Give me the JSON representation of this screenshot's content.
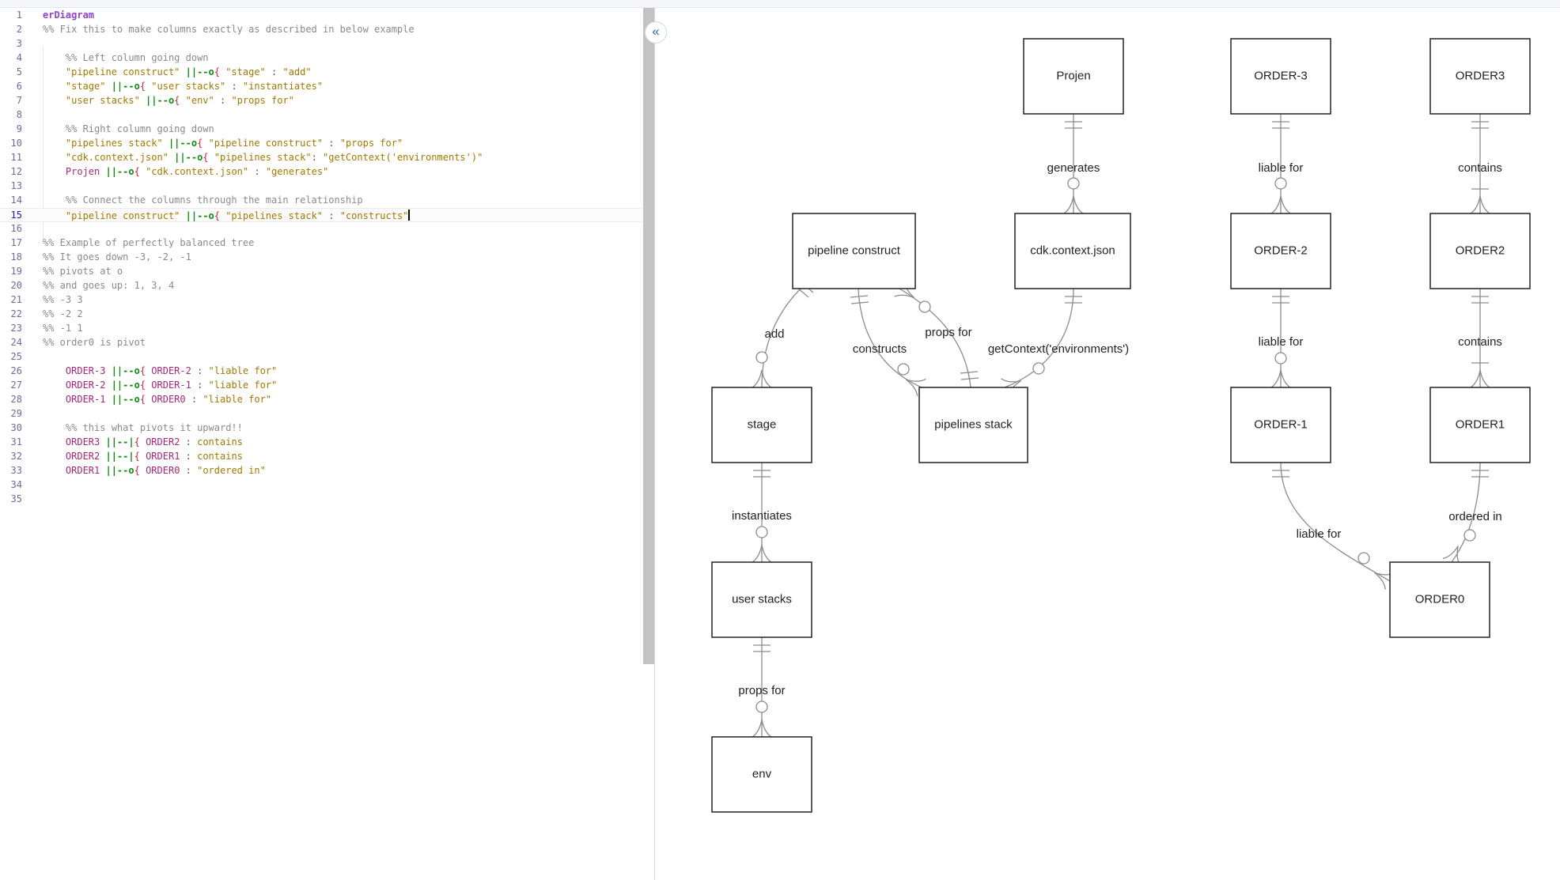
{
  "editor": {
    "active_line": 15,
    "lines": [
      [
        [
          "kw",
          "erDiagram"
        ]
      ],
      [
        [
          "cm",
          "%% Fix this to make columns exactly as described in below example"
        ]
      ],
      [],
      [
        [
          "cm",
          "    %% Left column going down"
        ]
      ],
      [
        [
          "str",
          "    \"pipeline construct\" "
        ],
        [
          "rel",
          "||--o"
        ],
        [
          "brc",
          "{"
        ],
        [
          "str",
          " \"stage\""
        ],
        [
          "pl",
          " : "
        ],
        [
          "str",
          "\"add\""
        ]
      ],
      [
        [
          "str",
          "    \"stage\" "
        ],
        [
          "rel",
          "||--o"
        ],
        [
          "brc",
          "{"
        ],
        [
          "str",
          " \"user stacks\""
        ],
        [
          "pl",
          " : "
        ],
        [
          "str",
          "\"instantiates\""
        ]
      ],
      [
        [
          "str",
          "    \"user stacks\" "
        ],
        [
          "rel",
          "||--o"
        ],
        [
          "brc",
          "{"
        ],
        [
          "str",
          " \"env\""
        ],
        [
          "pl",
          " : "
        ],
        [
          "str",
          "\"props for\""
        ]
      ],
      [],
      [
        [
          "cm",
          "    %% Right column going down"
        ]
      ],
      [
        [
          "str",
          "    \"pipelines stack\" "
        ],
        [
          "rel",
          "||--o"
        ],
        [
          "brc",
          "{"
        ],
        [
          "str",
          " \"pipeline construct\""
        ],
        [
          "pl",
          " : "
        ],
        [
          "str",
          "\"props for\""
        ]
      ],
      [
        [
          "str",
          "    \"cdk.context.json\" "
        ],
        [
          "rel",
          "||--o"
        ],
        [
          "brc",
          "{"
        ],
        [
          "str",
          " \"pipelines stack\""
        ],
        [
          "pl",
          ": "
        ],
        [
          "str",
          "\"getContext('environments')\""
        ]
      ],
      [
        [
          "ent",
          "    Projen "
        ],
        [
          "rel",
          "||--o"
        ],
        [
          "brc",
          "{"
        ],
        [
          "str",
          " \"cdk.context.json\""
        ],
        [
          "pl",
          " : "
        ],
        [
          "str",
          "\"generates\""
        ]
      ],
      [],
      [
        [
          "cm",
          "    %% Connect the columns through the main relationship"
        ]
      ],
      [
        [
          "str",
          "    \"pipeline construct\" "
        ],
        [
          "rel",
          "||--o"
        ],
        [
          "brc",
          "{"
        ],
        [
          "str",
          " \"pipelines stack\""
        ],
        [
          "pl",
          " : "
        ],
        [
          "str",
          "\"constructs\""
        ]
      ],
      [],
      [
        [
          "cm",
          "%% Example of perfectly balanced tree"
        ]
      ],
      [
        [
          "cm",
          "%% It goes down -3, -2, -1"
        ]
      ],
      [
        [
          "cm",
          "%% pivots at o"
        ]
      ],
      [
        [
          "cm",
          "%% and goes up: 1, 3, 4"
        ]
      ],
      [
        [
          "cm",
          "%% -3 3"
        ]
      ],
      [
        [
          "cm",
          "%% -2 2"
        ]
      ],
      [
        [
          "cm",
          "%% -1 1"
        ]
      ],
      [
        [
          "cm",
          "%% order0 is pivot"
        ]
      ],
      [],
      [
        [
          "ent",
          "    ORDER-3 "
        ],
        [
          "rel",
          "||--o"
        ],
        [
          "brc",
          "{"
        ],
        [
          "ent",
          " ORDER-2"
        ],
        [
          "pl",
          " : "
        ],
        [
          "str",
          "\"liable for\""
        ]
      ],
      [
        [
          "ent",
          "    ORDER-2 "
        ],
        [
          "rel",
          "||--o"
        ],
        [
          "brc",
          "{"
        ],
        [
          "ent",
          " ORDER-1"
        ],
        [
          "pl",
          " : "
        ],
        [
          "str",
          "\"liable for\""
        ]
      ],
      [
        [
          "ent",
          "    ORDER-1 "
        ],
        [
          "rel",
          "||--o"
        ],
        [
          "brc",
          "{"
        ],
        [
          "ent",
          " ORDER0"
        ],
        [
          "pl",
          " : "
        ],
        [
          "str",
          "\"liable for\""
        ]
      ],
      [],
      [
        [
          "cm",
          "    %% this what pivots it upward!!"
        ]
      ],
      [
        [
          "ent",
          "    ORDER3 "
        ],
        [
          "rel",
          "||--|"
        ],
        [
          "brc",
          "{"
        ],
        [
          "ent",
          " ORDER2"
        ],
        [
          "pl",
          " : "
        ],
        [
          "str",
          "contains"
        ]
      ],
      [
        [
          "ent",
          "    ORDER2 "
        ],
        [
          "rel",
          "||--|"
        ],
        [
          "brc",
          "{"
        ],
        [
          "ent",
          " ORDER1"
        ],
        [
          "pl",
          " : "
        ],
        [
          "str",
          "contains"
        ]
      ],
      [
        [
          "ent",
          "    ORDER1 "
        ],
        [
          "rel",
          "||--o"
        ],
        [
          "brc",
          "{"
        ],
        [
          "ent",
          " ORDER0"
        ],
        [
          "pl",
          " : "
        ],
        [
          "str",
          "\"ordered in\""
        ]
      ],
      [],
      []
    ]
  },
  "collapse_button": {
    "icon": "double-chevron-left-icon",
    "symbol": "«"
  },
  "diagram": {
    "entities": [
      {
        "id": "projen",
        "label": "Projen"
      },
      {
        "id": "order-3",
        "label": "ORDER-3"
      },
      {
        "id": "order3",
        "label": "ORDER3"
      },
      {
        "id": "pipeline-construct",
        "label": "pipeline construct"
      },
      {
        "id": "cdk-context-json",
        "label": "cdk.context.json"
      },
      {
        "id": "order-2",
        "label": "ORDER-2"
      },
      {
        "id": "order2",
        "label": "ORDER2"
      },
      {
        "id": "stage",
        "label": "stage"
      },
      {
        "id": "pipelines-stack",
        "label": "pipelines stack"
      },
      {
        "id": "order-1",
        "label": "ORDER-1"
      },
      {
        "id": "order1",
        "label": "ORDER1"
      },
      {
        "id": "user-stacks",
        "label": "user stacks"
      },
      {
        "id": "order0",
        "label": "ORDER0"
      },
      {
        "id": "env",
        "label": "env"
      }
    ],
    "relationships": [
      {
        "from": "projen",
        "to": "cdk-context-json",
        "label": "generates",
        "to_card": "zero-or-more"
      },
      {
        "from": "order-3",
        "to": "order-2",
        "label": "liable for",
        "to_card": "zero-or-more"
      },
      {
        "from": "order3",
        "to": "order2",
        "label": "contains",
        "to_card": "one-or-more"
      },
      {
        "from": "order-2",
        "to": "order-1",
        "label": "liable for",
        "to_card": "zero-or-more"
      },
      {
        "from": "order2",
        "to": "order1",
        "label": "contains",
        "to_card": "one-or-more"
      },
      {
        "from": "pipeline-construct",
        "to": "stage",
        "label": "add",
        "to_card": "zero-or-more"
      },
      {
        "from": "pipeline-construct",
        "to": "pipelines-stack",
        "label": "constructs",
        "to_card": "zero-or-more"
      },
      {
        "from": "pipelines-stack",
        "to": "pipeline-construct",
        "label": "props for",
        "to_card": "zero-or-more"
      },
      {
        "from": "cdk-context-json",
        "to": "pipelines-stack",
        "label": "getContext('environments')",
        "to_card": "zero-or-more"
      },
      {
        "from": "stage",
        "to": "user-stacks",
        "label": "instantiates",
        "to_card": "zero-or-more"
      },
      {
        "from": "user-stacks",
        "to": "env",
        "label": "props for",
        "to_card": "zero-or-more"
      },
      {
        "from": "order-1",
        "to": "order0",
        "label": "liable for",
        "to_card": "zero-or-more"
      },
      {
        "from": "order1",
        "to": "order0",
        "label": "ordered in",
        "to_card": "zero-or-more"
      }
    ]
  }
}
